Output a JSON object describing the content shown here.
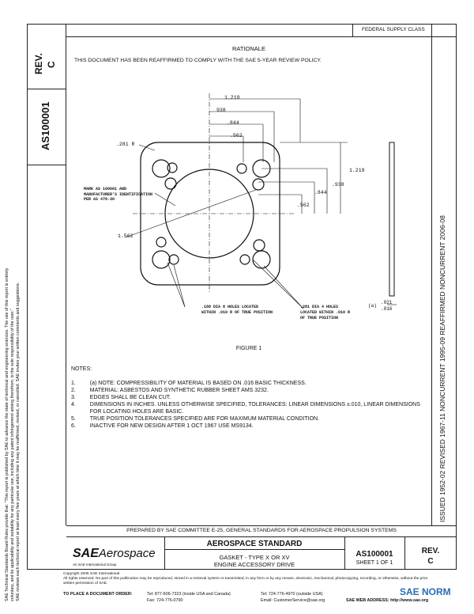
{
  "sidebar": {
    "rev_label": "REV.",
    "rev_value": "C",
    "doc_number": "AS100001",
    "legal_text": [
      "SAE Technical Standards Board Rules provide that: \"This report is published by SAE to advance the state of technical and engineering sciences. The use of this report is entirely",
      "voluntary, and its applicability and suitability for any particular use, including any patent infringement arising therefrom, is the sole responsibility of the user.\"",
      "SAE reviews each technical report at least every five years at which time it may be reaffirmed, revised, or cancelled. SAE invites your written comments and suggestions."
    ]
  },
  "right_strip": {
    "federal_supply_class": "FEDERAL SUPPLY CLASS",
    "history": "ISSUED 1952-02     REVISED 1967-11     NONCURRENT 1995-09     REAFFIRMED NONCURRENT 2006-08"
  },
  "rationale": {
    "title": "RATIONALE",
    "text": "THIS DOCUMENT HAS BEEN REAFFIRMED TO COMPLY WITH THE SAE 5-YEAR REVIEW POLICY."
  },
  "drawing": {
    "dims": {
      "d1219_top": "1.219",
      "d938_top": "938",
      "d844": ".844",
      "d562_top": ".562",
      "d281": ".281 R",
      "d1219_right": "1.219",
      "d938_right": ".938",
      "d844_right": ".844",
      "d562_right": ".562",
      "d1562": "1.562"
    },
    "mark_label": "MARK AS 100001 AND MANUFACTURER'S IDENTIFICATION PER AS 478-30",
    "holes_left": ".188 DIA 8 HOLES LOCATED WITHIN .010 R OF TRUE POSITION",
    "holes_right": ".281 DIA 4 HOLES LOCATED WITHIN .010 R OF TRUE POSITION",
    "thickness_a": "(a)",
    "thickness_top": ".021",
    "thickness_bot": ".016",
    "figure_caption": "FIGURE 1"
  },
  "notes": {
    "heading": "NOTES:",
    "items": [
      {
        "num": "1.",
        "text": "(a)  NOTE:  COMPRESSIBILITY OF MATERIAL IS BASED ON .016 BASIC THICKNESS."
      },
      {
        "num": "2.",
        "text": "MATERIAL:  ASBESTOS AND SYNTHETIC RUBBER SHEET AMS 3232."
      },
      {
        "num": "3.",
        "text": "EDGES SHALL BE CLEAN CUT."
      },
      {
        "num": "4.",
        "text": "DIMENSIONS IN INCHES.  UNLESS OTHERWISE SPECIFIED, TOLERANCES:  LINEAR DIMENSIONS ±.010, LINEAR DIMENSIONS FOR LOCATING HOLES ARE BASIC."
      },
      {
        "num": "5.",
        "text": "TRUE POSITION TOLERANCES SPECIFIED ARE FOR MAXIMUM MATERIAL CONDITION."
      },
      {
        "num": "6.",
        "text": "INACTIVE FOR NEW DESIGN AFTER 1 OCT 1967 USE MS9134."
      }
    ]
  },
  "footer": {
    "prepared_by": "PREPARED BY SAE COMMITTEE E-25, GENERAL STANDARDS FOR AEROSPACE PROPULSION SYSTEMS",
    "logo_sae": "SAE",
    "logo_aero": "Aerospace",
    "logo_tagline": "An SAE International Group",
    "standard_title": "AEROSPACE STANDARD",
    "doc_title_1": "GASKET - TYPE X OR XV",
    "doc_title_2": "ENGINE ACCESSORY DRIVE",
    "doc_number": "AS100001",
    "sheet": "SHEET 1 OF 1",
    "rev_label": "REV.",
    "rev_value": "C",
    "copyright": "Copyright 2006 SAE International",
    "rights": "All rights reserved. No part of this publication may be reproduced, stored in a retrieval system or transmitted, in any form or by any means, electronic, mechanical, photocopying, recording, or otherwise, without the prior written permission of SAE.",
    "order_label": "TO PLACE A DOCUMENT ORDER:",
    "tel": "Tel: 877-606-7323 (inside USA and Canada)",
    "tel2": "Tel: 724-776-4970 (outside USA)",
    "fax": "Fax: 724-776-0790",
    "email": "Email: CustomerService@sae.org",
    "web": "SAE WEB ADDRESS:  http://www.sae.org",
    "watermark": "SAE NORM"
  }
}
